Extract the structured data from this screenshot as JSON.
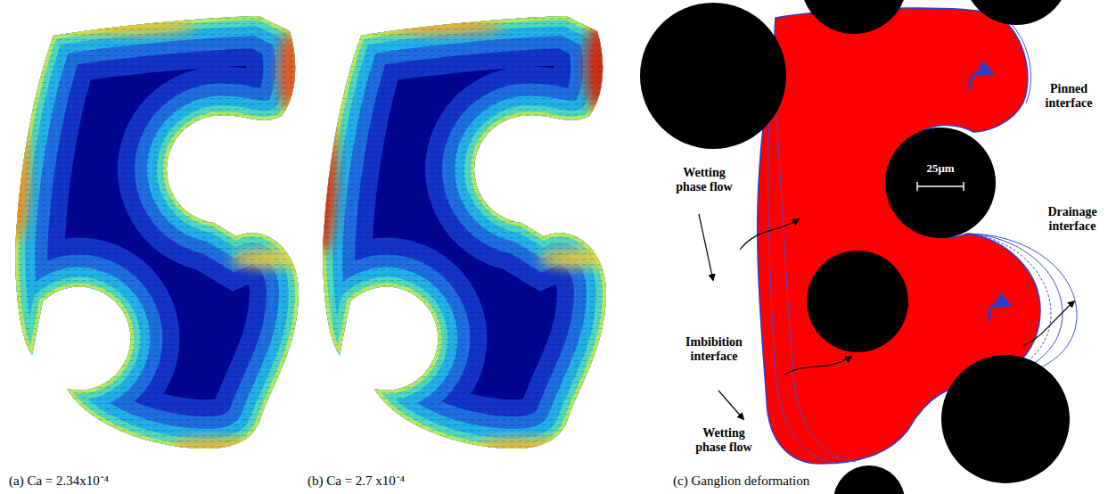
{
  "diagram": {
    "nodes": [
      {
        "text": [
          "25μm"
        ]
      }
    ],
    "labels": [
      "(a) Ca = 2.34x10⁻⁴",
      "(b) Ca = 2.7 x10⁻⁴",
      "(c) Ganglion deformation",
      "Pinned interface",
      "Wetting phase flow",
      "Drainage interface",
      "Imbibition interface",
      "Wetting phase flow"
    ]
  }
}
